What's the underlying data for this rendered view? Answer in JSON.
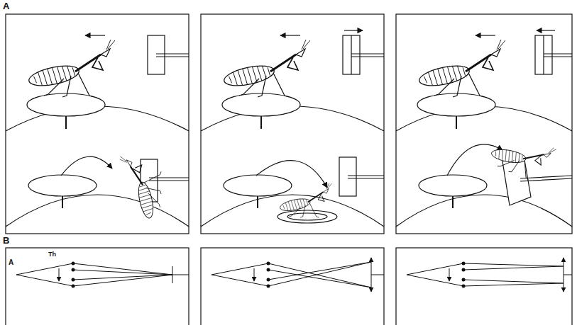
{
  "diagram": {
    "labels": [
      "A",
      "B",
      "A",
      "Th"
    ]
  }
}
